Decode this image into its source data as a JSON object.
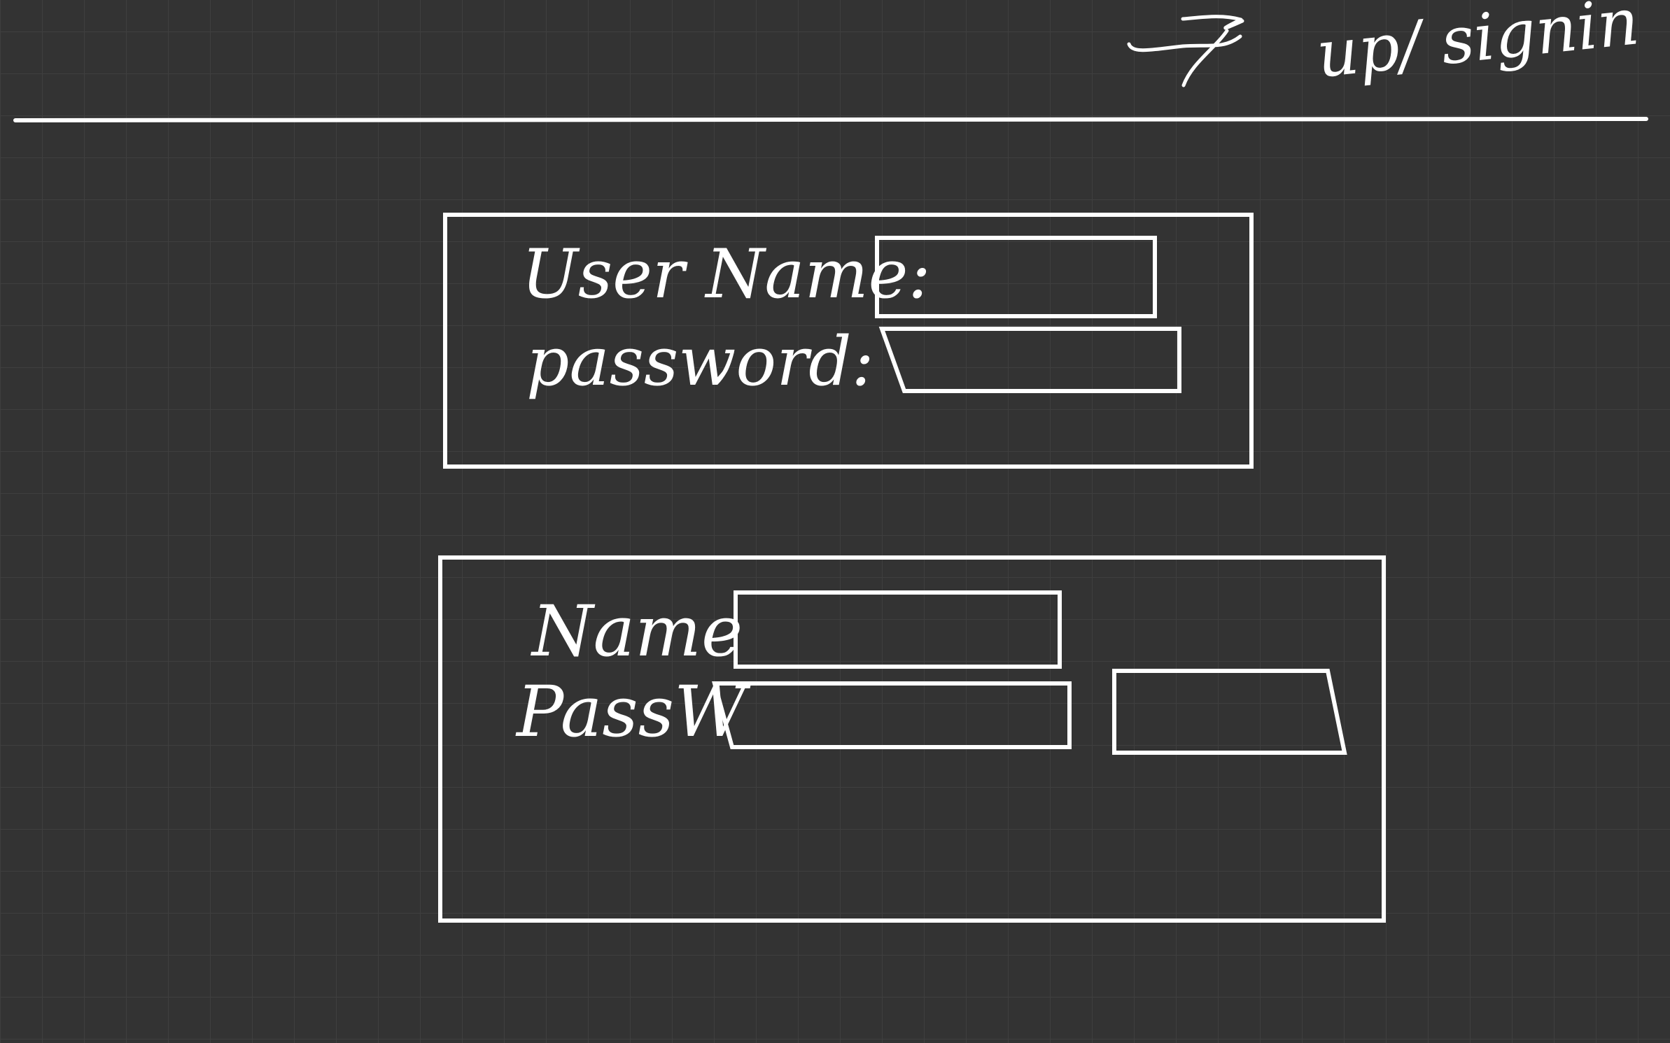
{
  "canvas": {
    "background_color": "#333333",
    "grid_color": "#3d3d3d",
    "ink_color": "#ffffff"
  },
  "header": {
    "link_text": "up/ signin",
    "arrow_icon": "arrow-right-icon"
  },
  "login_form": {
    "username_label": "User Name:",
    "password_label": "password:"
  },
  "signup_form": {
    "name_label": "Name",
    "password_label": "PassW"
  }
}
